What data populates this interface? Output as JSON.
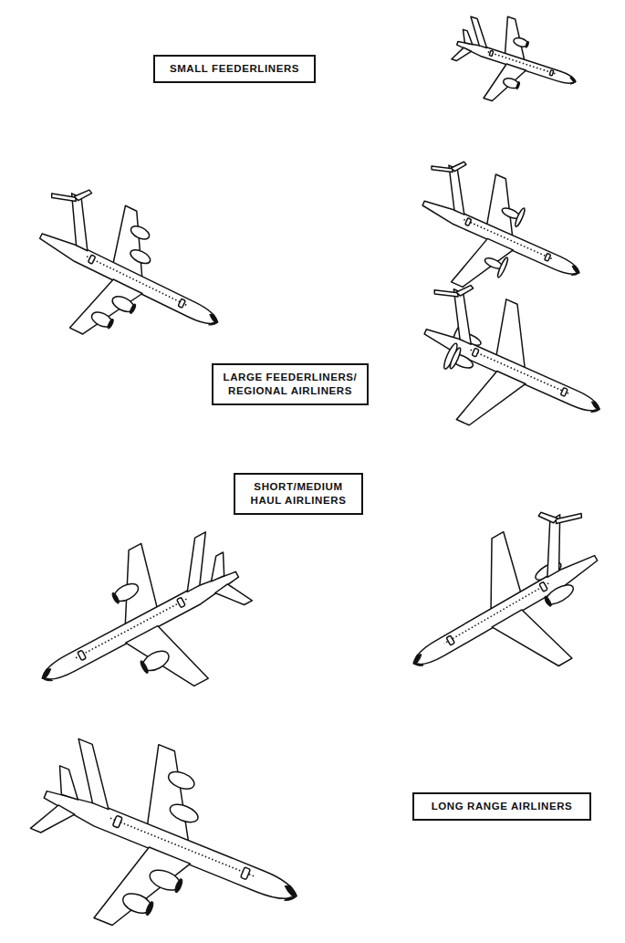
{
  "diagram": {
    "nodes": [
      {
        "text": [
          "SMALL FEEDERLINERS"
        ]
      },
      {
        "text": [
          "LARGE FEEDERLINERS/ REGIONAL AIRLINERS"
        ]
      },
      {
        "text": [
          "SHORT/MEDIUM HAUL AIRLINERS"
        ]
      },
      {
        "text": [
          "LONG RANGE AIRLINERS"
        ]
      }
    ]
  }
}
